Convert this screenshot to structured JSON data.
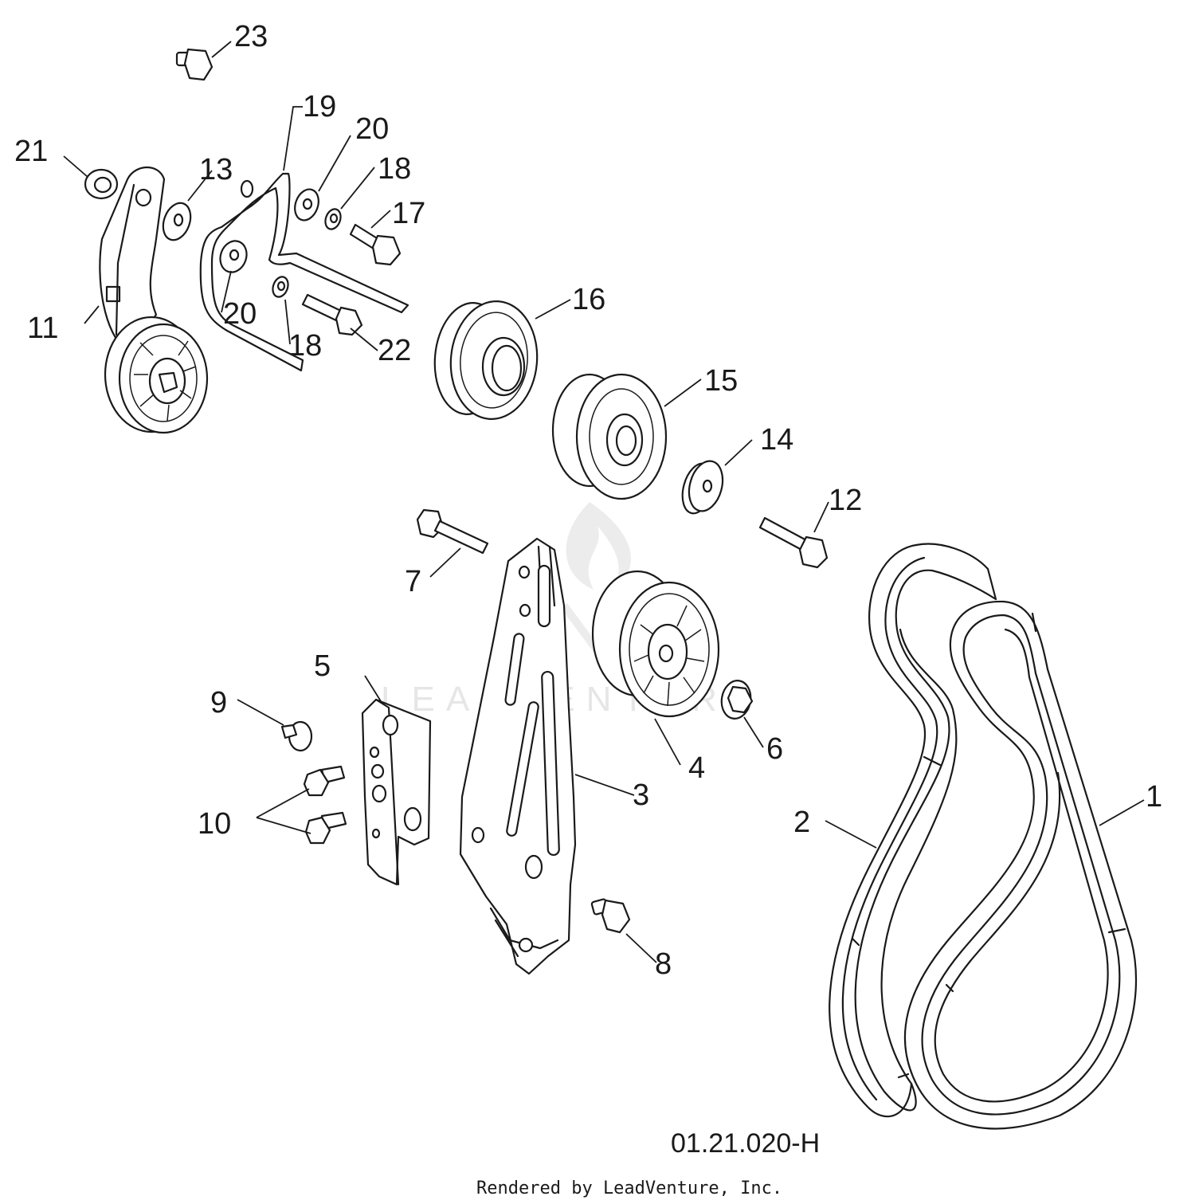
{
  "diagram_code": "01.21.020-H",
  "credit": "Rendered by LeadVenture, Inc.",
  "watermark": "LEADVENTURE",
  "callouts": {
    "c1": "1",
    "c2": "2",
    "c3": "3",
    "c4": "4",
    "c5": "5",
    "c6": "6",
    "c7": "7",
    "c8": "8",
    "c9": "9",
    "c10": "10",
    "c11": "11",
    "c12": "12",
    "c13": "13",
    "c14": "14",
    "c15": "15",
    "c16": "16",
    "c17": "17",
    "c18a": "18",
    "c18b": "18",
    "c19": "19",
    "c20a": "20",
    "c20b": "20",
    "c21": "21",
    "c22": "22",
    "c23": "23"
  },
  "parts": [
    {
      "ref": "1",
      "name": "belt"
    },
    {
      "ref": "2",
      "name": "belt"
    },
    {
      "ref": "3",
      "name": "bracket"
    },
    {
      "ref": "4",
      "name": "idler-pulley"
    },
    {
      "ref": "5",
      "name": "bracket-plate"
    },
    {
      "ref": "6",
      "name": "nut"
    },
    {
      "ref": "7",
      "name": "bolt"
    },
    {
      "ref": "8",
      "name": "bolt"
    },
    {
      "ref": "9",
      "name": "bolt"
    },
    {
      "ref": "10",
      "name": "bolt"
    },
    {
      "ref": "11",
      "name": "idler-arm-with-pulley"
    },
    {
      "ref": "12",
      "name": "bolt"
    },
    {
      "ref": "13",
      "name": "washer"
    },
    {
      "ref": "14",
      "name": "spacer"
    },
    {
      "ref": "15",
      "name": "pulley"
    },
    {
      "ref": "16",
      "name": "pulley"
    },
    {
      "ref": "17",
      "name": "bolt"
    },
    {
      "ref": "18",
      "name": "lock-washer"
    },
    {
      "ref": "19",
      "name": "rod"
    },
    {
      "ref": "20",
      "name": "washer"
    },
    {
      "ref": "21",
      "name": "nut"
    },
    {
      "ref": "22",
      "name": "bolt"
    },
    {
      "ref": "23",
      "name": "bolt"
    }
  ]
}
